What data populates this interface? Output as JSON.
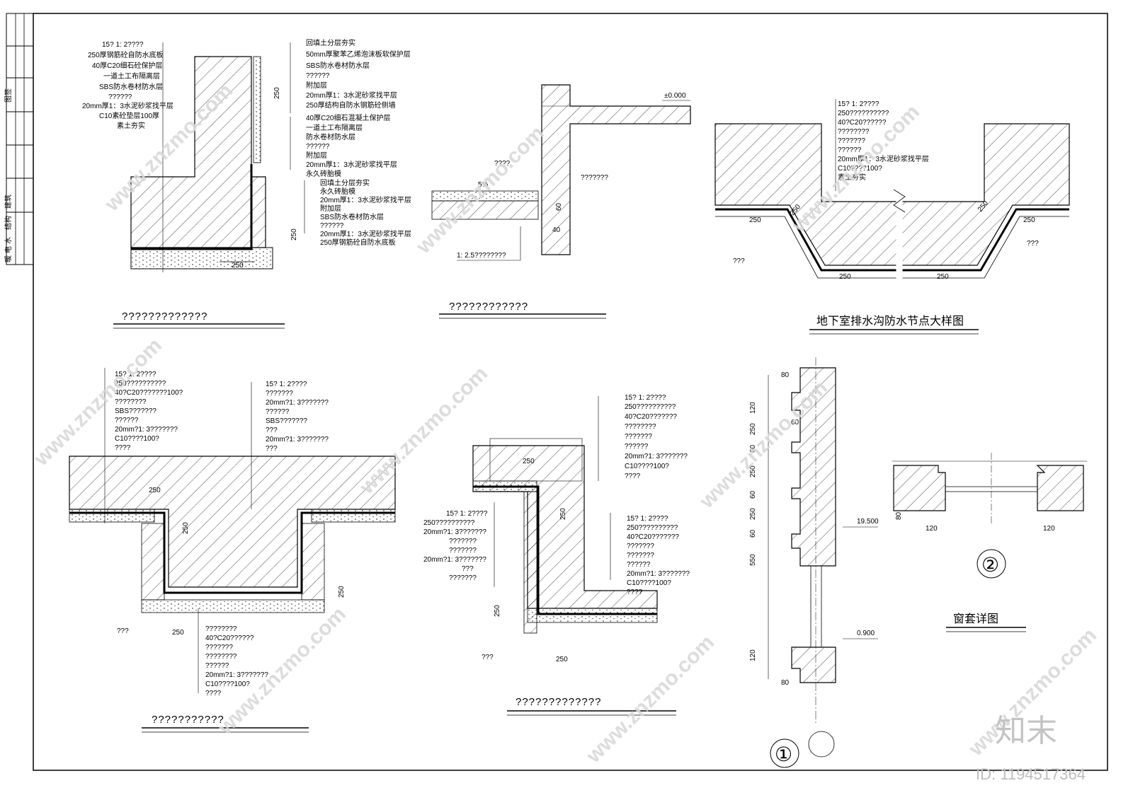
{
  "detail_a": {
    "labels": [
      "15? 1: 2????",
      "250厚钢筋砼自防水底板",
      "40厚C20细石砼保护层",
      "一道土工布隔离层",
      "SBS防水卷材防水层",
      "??????",
      "20mm厚1：3水泥砂浆找平层",
      "C10素砼垫层100厚",
      "素土夯实"
    ],
    "labels_right": [
      "回填土分层夯实",
      "50mm厚聚苯乙烯泡沫板软保护层",
      "SBS防水卷材防水层",
      "??????",
      "附加层",
      "20mm厚1：3水泥砂浆找平层",
      "250厚结构自防水钢筋砼侧墙"
    ],
    "labels_mid": [
      "40厚C20细石混凝土保护层",
      "一道土工布隔离层",
      "防水卷材防水层",
      "??????",
      "附加层",
      "20mm厚1：3水泥砂浆找平层",
      "永久砖胎模"
    ],
    "labels_low": [
      "回填土分层夯实",
      "永久砖胎模",
      "20mm厚1：3水泥砂浆找平层",
      "附加层",
      "SBS防水卷材防水层",
      "??????",
      "20mm厚1：3水泥砂浆找平层",
      "250厚钢筋砼自防水底板"
    ],
    "dims": [
      "250",
      "250",
      "250"
    ],
    "title": "?????????????"
  },
  "detail_b": {
    "labels": [
      "????",
      "???????",
      "1: 2.5????????"
    ],
    "slope": "5%",
    "level": "±0.000",
    "dims": [
      "60",
      "40"
    ],
    "title": "????????????"
  },
  "detail_c": {
    "labels": [
      "15? 1: 2????",
      "250??????????",
      "40?C20??????",
      "????????",
      "???????",
      "??????",
      "20mm厚1：3水泥砂浆找平层",
      "C10????100?",
      "素土夯实"
    ],
    "side_labels": [
      "???",
      "???"
    ],
    "dims": [
      "250",
      "250",
      "250",
      "250",
      "250",
      "250"
    ],
    "title": "地下室排水沟防水节点大样图"
  },
  "detail_d": {
    "labels": [
      "15? 1: 2????",
      "250??????????",
      "40?C20???????100?",
      "????????",
      "SBS???????",
      "??????",
      "20mm?1: 3???????",
      "C10????100?",
      "????"
    ],
    "labels_mid": [
      "15? 1: 2????",
      "???????",
      "20mm?1: 3???????",
      "??????",
      "SBS???????",
      "???",
      "20mm?1: 3???????",
      "???"
    ],
    "labels_bottom": [
      "????????",
      "40?C20??????",
      "???????",
      "????????",
      "??????",
      "20mm?1: 3???????",
      "C10????100?",
      "????"
    ],
    "side_label": "???",
    "dims": [
      "250",
      "250",
      "250",
      "250"
    ],
    "title": "???????????"
  },
  "detail_e": {
    "labels_top": [
      "15? 1: 2????",
      "250??????????",
      "40?C20???????",
      "????????",
      "???????",
      "??????",
      "20mm?1: 3???????",
      "C10????100?",
      "????"
    ],
    "labels_left": [
      "15? 1: 2????",
      "250??????????",
      "20mm?1: 3???????",
      "???????",
      "???????",
      "20mm?1: 3???????",
      "???",
      "???????"
    ],
    "labels_right": [
      "15? 1: 2????",
      "250??????????",
      "40?C20???????",
      "???????",
      "???????",
      "??????",
      "20mm?1: 3???????",
      "C10????100?",
      "????"
    ],
    "side_label": "???",
    "dims": [
      "250",
      "250",
      "250",
      "250"
    ],
    "title": "?????????????"
  },
  "detail_f": {
    "dims": [
      "80",
      "120",
      "60",
      "250",
      "60",
      "250",
      "60",
      "250",
      "60",
      "550",
      "120",
      "80"
    ],
    "levels": [
      "19.500",
      "0.900"
    ],
    "marker": "①"
  },
  "detail_g": {
    "dims": [
      "120",
      "120",
      "80"
    ],
    "marker": "②",
    "title": "窗套详图"
  },
  "title_block": [
    "建筑",
    "结构",
    "水",
    "电",
    "暖"
  ],
  "title_block_top": "图签",
  "watermarks": {
    "site": "www.znzmo.com",
    "brand": "知末",
    "id": "ID: 1194517364"
  }
}
